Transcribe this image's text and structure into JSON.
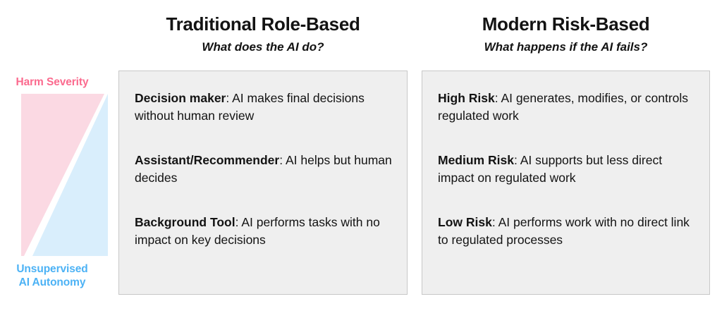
{
  "axis": {
    "top_label": "Harm Severity",
    "bottom_label": "Unsupervised\nAI Autonomy",
    "bottom_label_line1": "Unsupervised",
    "bottom_label_line2": "AI Autonomy",
    "top_color": "#fb6a8e",
    "bottom_color": "#4cb2f5",
    "harm_fill": "#fbd9e3",
    "autonomy_fill": "#d9eefc",
    "divider_color": "#ffffff"
  },
  "columns": [
    {
      "id": "traditional",
      "title": "Traditional Role-Based",
      "subtitle": "What does the AI do?",
      "items": [
        {
          "term": "Decision maker",
          "description": ": AI makes final decisions without human review"
        },
        {
          "term": "Assistant/Recommender",
          "description": ": AI helps but human decides"
        },
        {
          "term": "Background Tool",
          "description": ": AI performs tasks with no impact on key decisions"
        }
      ]
    },
    {
      "id": "modern",
      "title": "Modern Risk-Based",
      "subtitle": "What happens if the AI fails?",
      "items": [
        {
          "term": "High Risk",
          "description": ": AI generates, modifies, or controls regulated work"
        },
        {
          "term": "Medium Risk",
          "description": ": AI supports but less direct impact on regulated work"
        },
        {
          "term": "Low Risk",
          "description": ": AI performs work with no direct link to regulated processes"
        }
      ]
    }
  ],
  "style": {
    "card_background": "#efefef",
    "card_border": "#c8c8c8",
    "text_color": "#131313",
    "page_background": "#ffffff"
  }
}
